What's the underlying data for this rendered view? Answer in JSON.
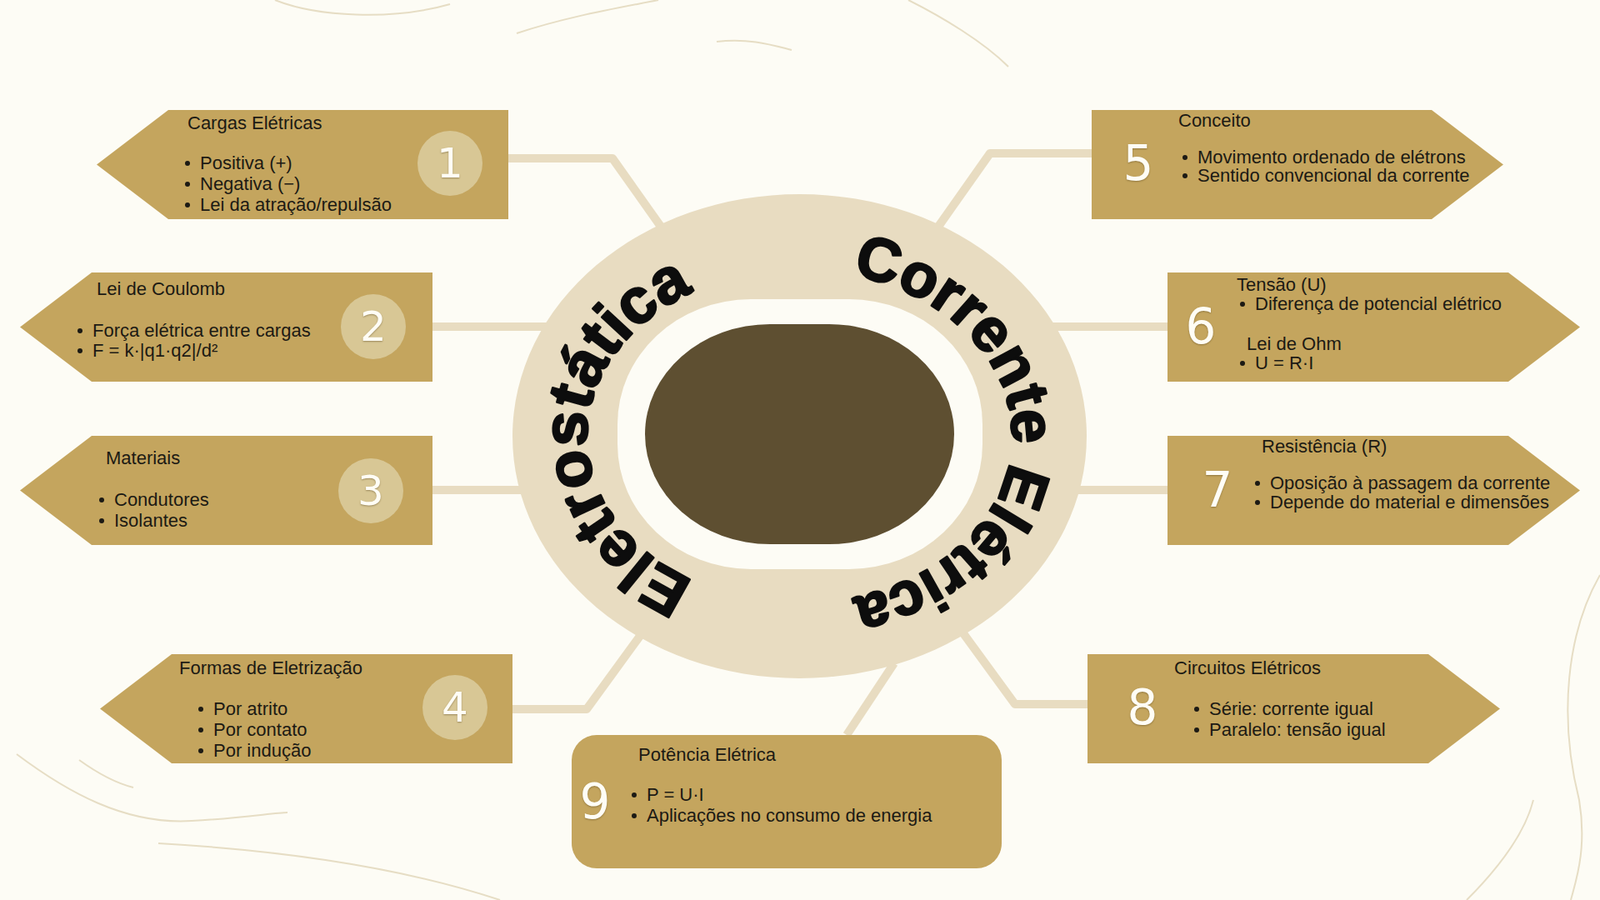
{
  "diagram": {
    "nodes": [
      {
        "text": [
          "Eletrostática",
          "Corrente Elétrica"
        ]
      },
      {
        "text": [
          "Cargas Elétricas",
          "Positiva (+)",
          "Negativa (−)",
          "Lei da atração/repulsão",
          "1"
        ]
      },
      {
        "text": [
          "Lei de Coulomb",
          "Força elétrica entre cargas",
          "F = k·|q1·q2|/d²",
          "2"
        ]
      },
      {
        "text": [
          "Materiais",
          "Condutores",
          "Isolantes",
          "3"
        ]
      },
      {
        "text": [
          "Formas de Eletrização",
          "Por atrito",
          "Por contato",
          "Por indução",
          "4"
        ]
      },
      {
        "text": [
          "Conceito",
          "Movimento ordenado de elétrons",
          "Sentido convencional da corrente",
          "5"
        ]
      },
      {
        "text": [
          "Tensão (U)",
          "Diferença de potencial elétrico",
          "Lei de Ohm",
          "U = R·I",
          "6"
        ]
      },
      {
        "text": [
          "Resistência (R)",
          "Oposição à passagem da corrente",
          "Depende do material e dimensões",
          "7"
        ]
      },
      {
        "text": [
          "Circuitos Elétricos",
          "Série: corrente igual",
          "Paralelo: tensão igual",
          "8"
        ]
      },
      {
        "text": [
          "Potência Elétrica",
          "P = U·I",
          "Aplicações no consumo de energia",
          "9"
        ]
      }
    ],
    "edges": [
      {
        "from": 0,
        "to": 1,
        "arrow": "none"
      },
      {
        "from": 0,
        "to": 2,
        "arrow": "none"
      },
      {
        "from": 0,
        "to": 3,
        "arrow": "none"
      },
      {
        "from": 0,
        "to": 4,
        "arrow": "none"
      },
      {
        "from": 0,
        "to": 5,
        "arrow": "none"
      },
      {
        "from": 0,
        "to": 6,
        "arrow": "none"
      },
      {
        "from": 0,
        "to": 7,
        "arrow": "none"
      },
      {
        "from": 0,
        "to": 8,
        "arrow": "none"
      },
      {
        "from": 0,
        "to": 9,
        "arrow": "none"
      }
    ]
  }
}
